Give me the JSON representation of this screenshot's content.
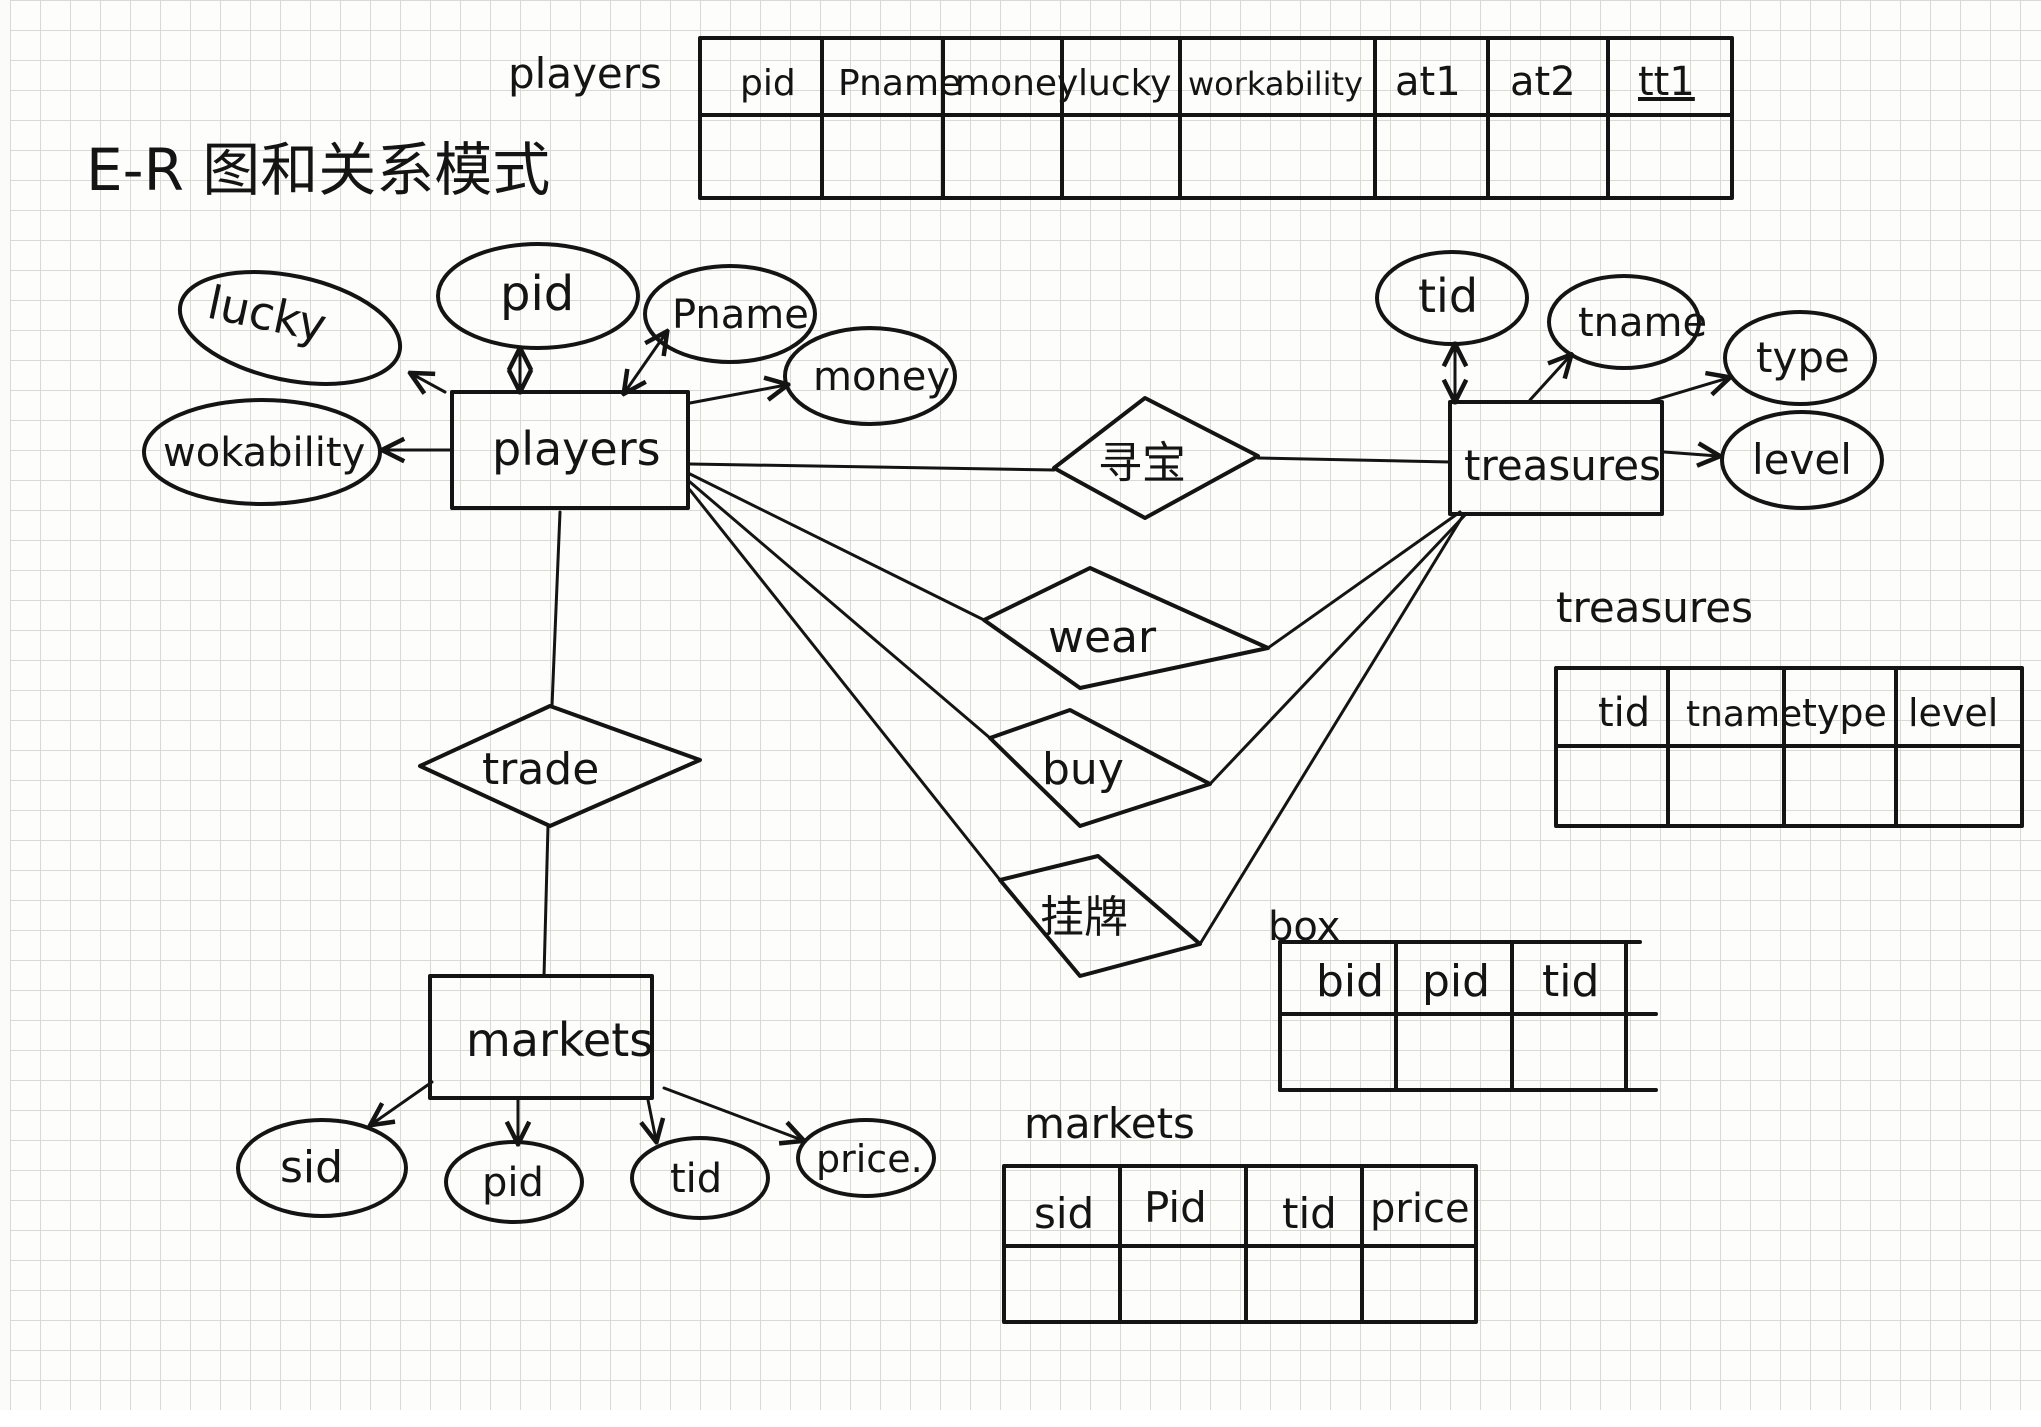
{
  "title": "E-R 图和关系模式",
  "entities": {
    "players": "players",
    "treasures": "treasures",
    "markets": "markets"
  },
  "relationships": {
    "own": "寻宝",
    "wear": "wear",
    "buy": "buy",
    "hang": "挂牌",
    "trade": "trade"
  },
  "attributes": {
    "players": [
      "lucky",
      "pid",
      "Pname",
      "money",
      "wokability"
    ],
    "treasures": [
      "tid",
      "tname",
      "type",
      "level"
    ],
    "markets": [
      "sid",
      "pid",
      "tid",
      "price."
    ]
  },
  "schemas": {
    "players": {
      "label": "players",
      "columns": [
        "pid",
        "Pname",
        "money",
        "lucky",
        "workability",
        "at1",
        "at2",
        "tt1"
      ]
    },
    "treasures": {
      "label": "treasures",
      "columns": [
        "tid",
        "tname",
        "type",
        "level"
      ]
    },
    "box": {
      "label": "box",
      "columns": [
        "bid",
        "pid",
        "tid"
      ]
    },
    "markets": {
      "label": "markets",
      "columns": [
        "sid",
        "Pid",
        "tid",
        "price"
      ]
    }
  }
}
